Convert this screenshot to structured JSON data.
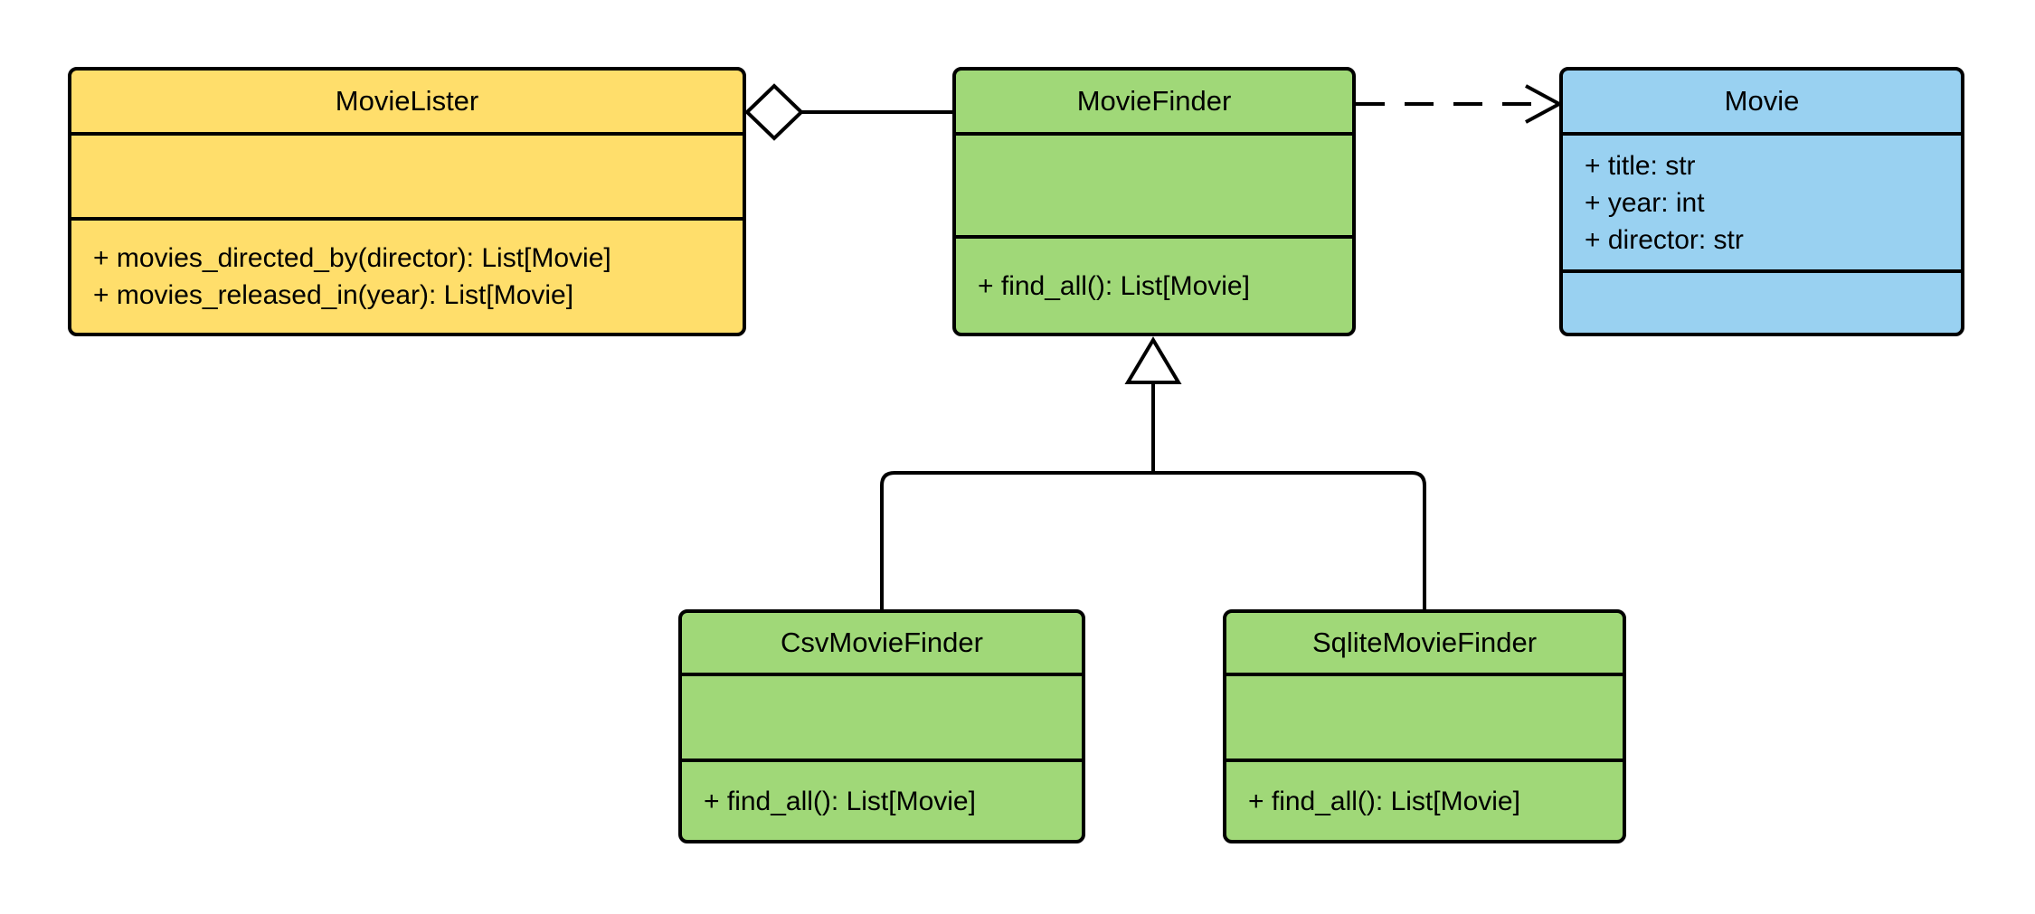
{
  "colors": {
    "background": "#ffffff",
    "yellow": "#ffde6b",
    "green": "#a0d878",
    "blue": "#99d1f1",
    "stroke": "#000000"
  },
  "classes": {
    "movie_lister": {
      "name": "MovieLister",
      "fill": "yellow",
      "attributes": [],
      "methods": [
        "+ movies_directed_by(director): List[Movie]",
        "+ movies_released_in(year): List[Movie]"
      ]
    },
    "movie_finder": {
      "name": "MovieFinder",
      "fill": "green",
      "attributes": [],
      "methods": [
        "+ find_all(): List[Movie]"
      ]
    },
    "movie": {
      "name": "Movie",
      "fill": "blue",
      "attributes": [
        "+ title: str",
        "+ year: int",
        "+ director: str"
      ],
      "methods": []
    },
    "csv_movie_finder": {
      "name": "CsvMovieFinder",
      "fill": "green",
      "attributes": [],
      "methods": [
        "+ find_all(): List[Movie]"
      ]
    },
    "sqlite_movie_finder": {
      "name": "SqliteMovieFinder",
      "fill": "green",
      "attributes": [],
      "methods": [
        "+ find_all(): List[Movie]"
      ]
    }
  },
  "relationships": [
    {
      "type": "aggregation",
      "from": "MovieLister",
      "to": "MovieFinder",
      "marker": "hollow-diamond",
      "line": "solid"
    },
    {
      "type": "dependency",
      "from": "MovieFinder",
      "to": "Movie",
      "marker": "open-arrow",
      "line": "dashed"
    },
    {
      "type": "generalization",
      "from": "CsvMovieFinder",
      "to": "MovieFinder",
      "marker": "hollow-triangle",
      "line": "solid"
    },
    {
      "type": "generalization",
      "from": "SqliteMovieFinder",
      "to": "MovieFinder",
      "marker": "hollow-triangle",
      "line": "solid"
    }
  ]
}
